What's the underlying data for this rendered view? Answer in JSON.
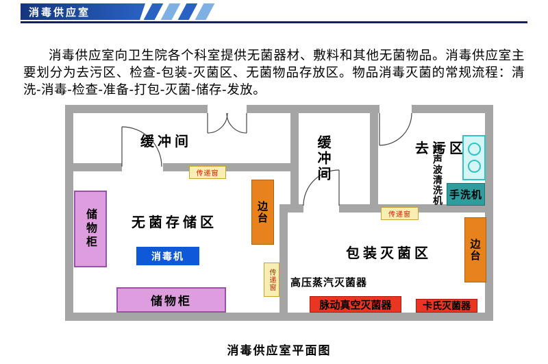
{
  "header": {
    "title": "消毒供应室"
  },
  "intro": {
    "text": "消毒供应室向卫生院各个科室提供无菌器材、敷料和其他无菌物品。消毒供应室主要划分为去污区、检查-包装-灭菌区、无菌物品存放区。物品消毒灭菌的常规流程：清洗-消毒-检查-准备-打包-灭菌-储存-发放。"
  },
  "plan": {
    "caption": "消毒供应室平面图",
    "rooms": {
      "buffer_top": "缓冲间",
      "buffer_mid": "缓冲间",
      "decontam": "去污区",
      "sterile_storage": "无菌存储区",
      "packaging": "包装灭菌区"
    },
    "equipment": {
      "cabinet_left": "储物柜",
      "cabinet_bottom": "储物柜",
      "disinfector": "消毒机",
      "bench_left": "边台",
      "bench_right": "边台",
      "window_top": "传递窗",
      "window_right": "传递窗",
      "window_mid": "传递窗",
      "autoclave": "高压蒸汽灭菌器",
      "pulse_vacuum_sterilizer": "脉动真空灭菌器",
      "cassette_sterilizer": "卡氏灭菌器",
      "hand_washer": "手洗机",
      "ultrasonic_cleaner": "超声波清洗机"
    }
  },
  "colors": {
    "banner_dark": "#16357e",
    "banner_mid": "#2a62c4",
    "banner_light": "#7fb0e4",
    "divider": "#131f66",
    "wall": "#a5a5a5",
    "cabinet_fill": "#dd9dde",
    "cabinet_border": "#9a4fa8",
    "disinfector_fill": "#0f58d8",
    "bench_fill": "#e8821c",
    "window_fill": "#f8edb2",
    "window_border": "#c9a22b",
    "window_text": "#cc2200",
    "sterilizer_fill": "#ea3522",
    "handwash_fill": "#2f9d9d",
    "ultrasonic_fill": "#d6f6f6",
    "ultrasonic_border": "#2cc4c4"
  }
}
